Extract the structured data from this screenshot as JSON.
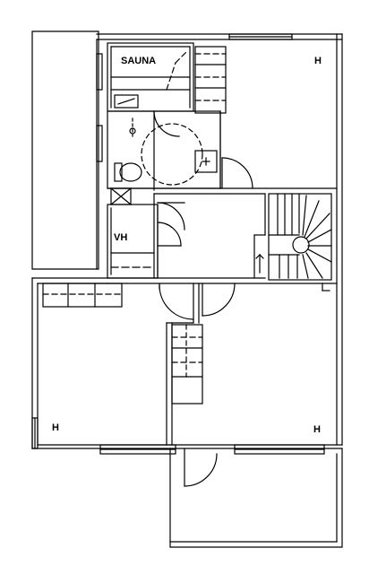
{
  "labels": {
    "sauna": "SAUNA",
    "vh": "VH",
    "room_top_right": "H",
    "room_bottom_left": "H",
    "room_bottom_right": "H"
  },
  "colors": {
    "ink": "#000000",
    "background": "#ffffff"
  }
}
